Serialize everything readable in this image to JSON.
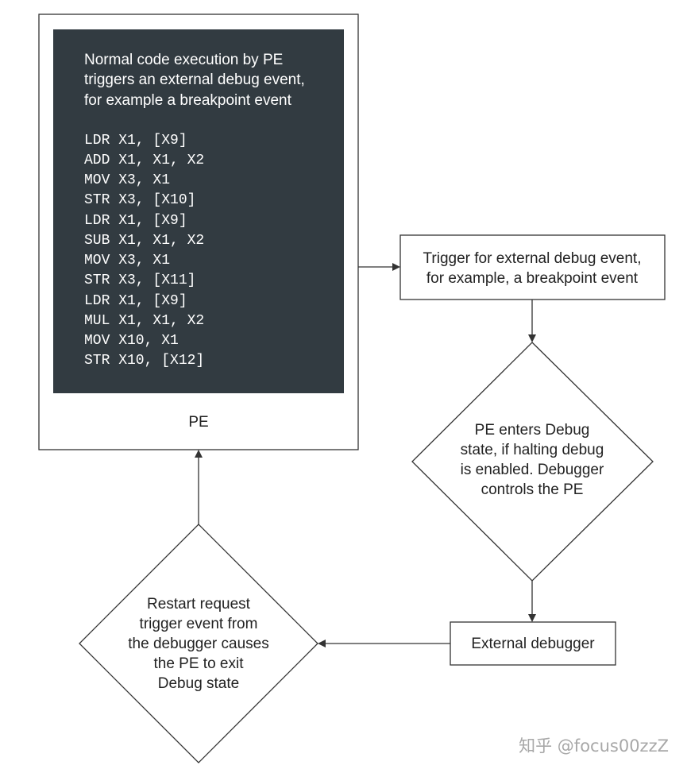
{
  "pe_box": {
    "label": "PE",
    "description_lines": [
      "Normal code execution by PE",
      "triggers an external debug event,",
      "for example a breakpoint event"
    ],
    "code_lines": [
      "LDR X1, [X9]",
      "ADD X1, X1, X2",
      "MOV X3, X1",
      "STR X3, [X10]",
      "LDR X1, [X9]",
      "SUB X1, X1, X2",
      "MOV X3, X1",
      "STR X3, [X11]",
      "LDR X1, [X9]",
      "MUL X1, X1, X2",
      "MOV X10, X1",
      "STR X10, [X12]"
    ],
    "panel_color": "#323b41"
  },
  "trigger_box": {
    "lines": [
      "Trigger for external debug event,",
      "for example, a breakpoint event"
    ]
  },
  "debug_state_diamond": {
    "lines": [
      "PE enters Debug",
      "state, if halting debug",
      "is enabled. Debugger",
      "controls the PE"
    ]
  },
  "external_debugger_box": {
    "label": "External debugger"
  },
  "restart_diamond": {
    "lines": [
      "Restart request",
      "trigger event from",
      "the debugger causes",
      "the PE to exit",
      "Debug state"
    ]
  },
  "watermark": {
    "text": "知乎 @focus00zzZ"
  }
}
